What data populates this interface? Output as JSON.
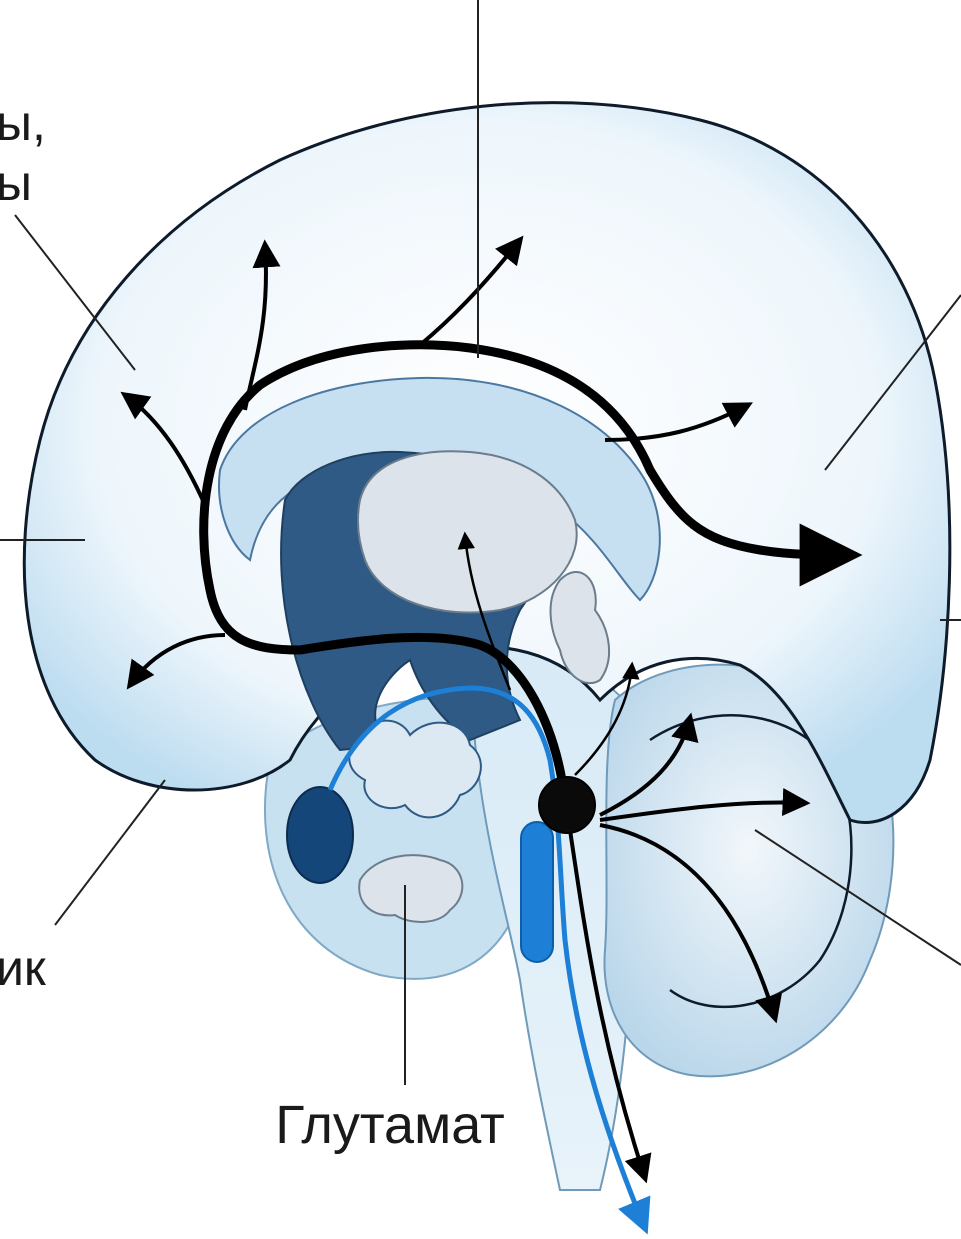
{
  "labels": {
    "glutamate": "Глутамат",
    "fragment_upper_left_line1": "ы,",
    "fragment_upper_left_line2": "ы",
    "fragment_lower_left": "ик"
  },
  "colors": {
    "brain_fill_light": "#eaf4fb",
    "brain_fill_mid": "#c9e2f2",
    "brain_outline": "#0d1b2a",
    "ventricle_dark": "#2e5a85",
    "thalamus_fill": "#dde3ea",
    "nucleus_dark": "#14467a",
    "glutamate_pathway": "#1d7fd6",
    "cholinergic_pathway": "#000000",
    "cerebellum_fill": "#d2e5f1"
  },
  "icons": {
    "pathway_arrow": "arrow-head-icon",
    "cell_body": "neuron-cell-body-icon"
  }
}
